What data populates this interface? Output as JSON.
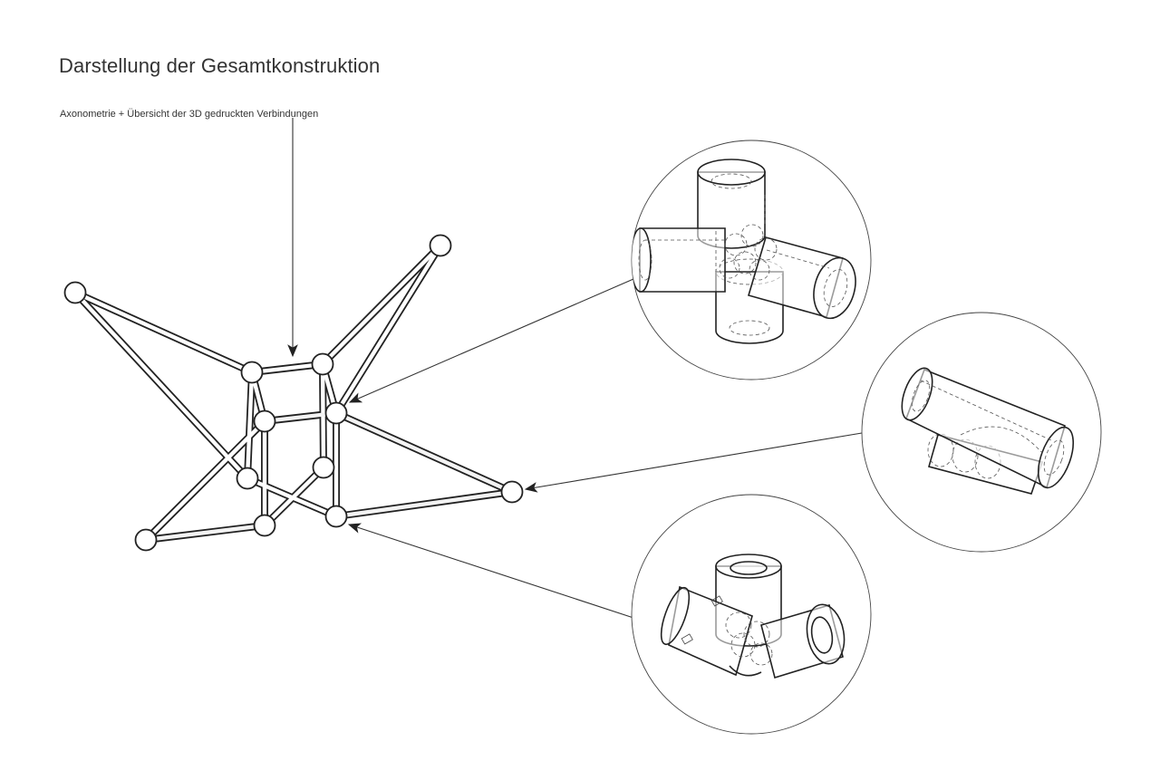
{
  "heading": {
    "title": "Darstellung der Gesamtkonstruktion",
    "subtitle": "Axonometrie + Übersicht der 3D gedruckten Verbindungen"
  },
  "colors": {
    "ink": "#222222",
    "background": "#ffffff"
  },
  "details": [
    {
      "name": "connector-detail-4way"
    },
    {
      "name": "connector-detail-2way"
    },
    {
      "name": "connector-detail-3way"
    }
  ]
}
